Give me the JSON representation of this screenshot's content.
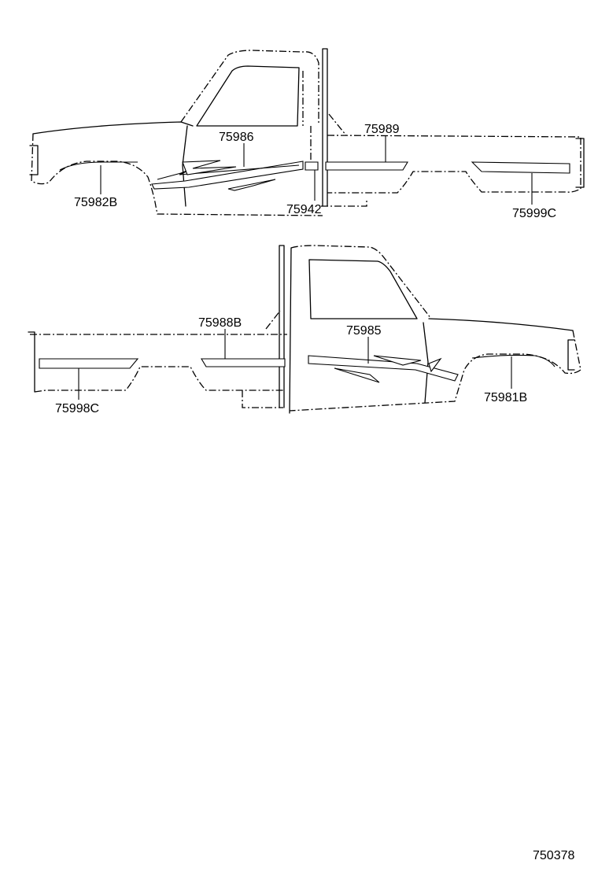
{
  "labels": {
    "p75986": "75986",
    "p75989": "75989",
    "p75982B": "75982B",
    "p75942": "75942",
    "p75999C": "75999C",
    "p75988B": "75988B",
    "p75985": "75985",
    "p75998C": "75998C",
    "p75981B": "75981B"
  },
  "figure_id": "750378"
}
